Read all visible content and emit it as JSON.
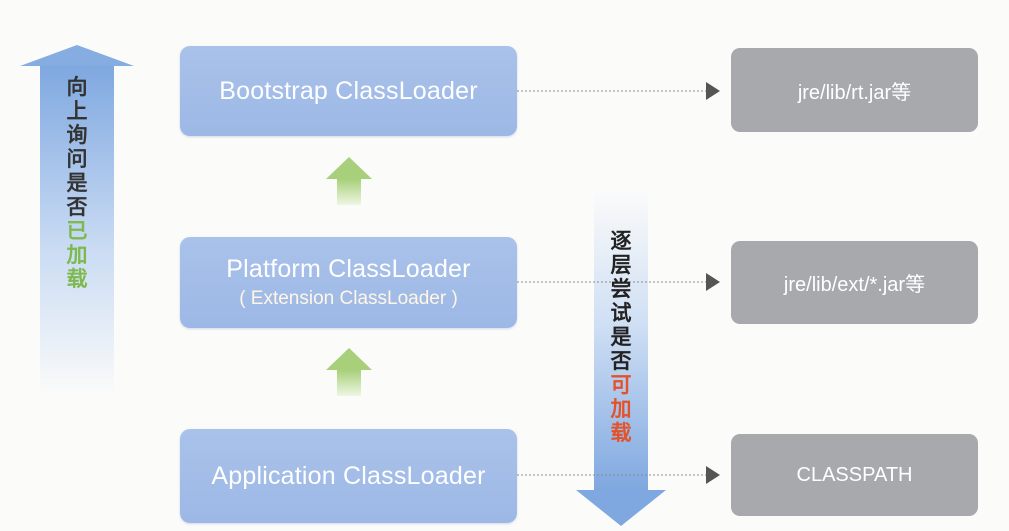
{
  "loaders": {
    "bootstrap": {
      "name": "Bootstrap ClassLoader"
    },
    "platform": {
      "name": "Platform ClassLoader",
      "sub": "( Extension ClassLoader )"
    },
    "application": {
      "name": "Application ClassLoader"
    }
  },
  "targets": {
    "bootstrap": "jre/lib/rt.jar等",
    "platform": "jre/lib/ext/*.jar等",
    "application": "CLASSPATH"
  },
  "left_arrow": {
    "chars": [
      "向",
      "上",
      "询",
      "问",
      "是",
      "否",
      "已",
      "加",
      "载"
    ],
    "highlight_from": 6,
    "color": "#333333",
    "highlight_color": "#7db94f"
  },
  "right_arrow": {
    "chars": [
      "逐",
      "层",
      "尝",
      "试",
      "是",
      "否",
      "可",
      "加",
      "载"
    ],
    "highlight_from": 6,
    "color": "#222222",
    "highlight_color": "#e2532c"
  },
  "colors": {
    "loader": "#a3bde8",
    "target": "#a8a9ac",
    "arrow_blue": "#8fb2e3",
    "arrow_green": "#b7d98f"
  }
}
